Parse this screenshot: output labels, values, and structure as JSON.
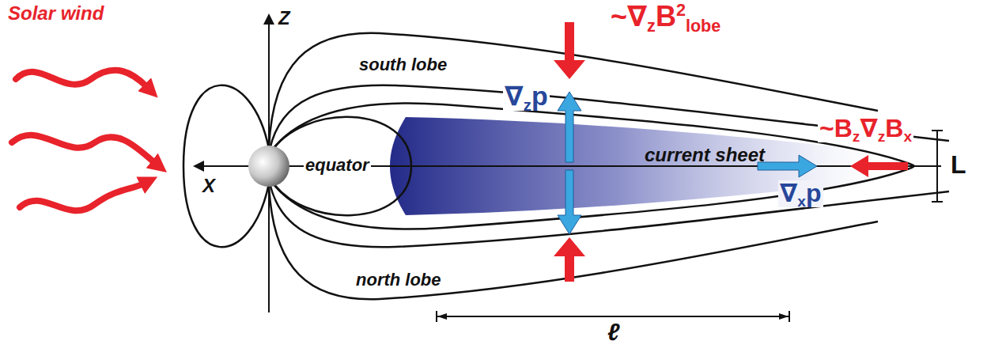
{
  "diagram": {
    "nodes": [
      {
        "text": [
          "current sheet"
        ]
      }
    ],
    "labels": [
      "Solar wind",
      "Z",
      "X",
      "south lobe",
      "north lobe",
      "equator",
      "∇",
      "z",
      "p",
      "~∇",
      "z",
      "B",
      "2",
      "lobe",
      "~B",
      "z",
      "∇",
      "z",
      "B",
      "x",
      "∇",
      "x",
      "p",
      "L",
      "ℓ"
    ]
  }
}
